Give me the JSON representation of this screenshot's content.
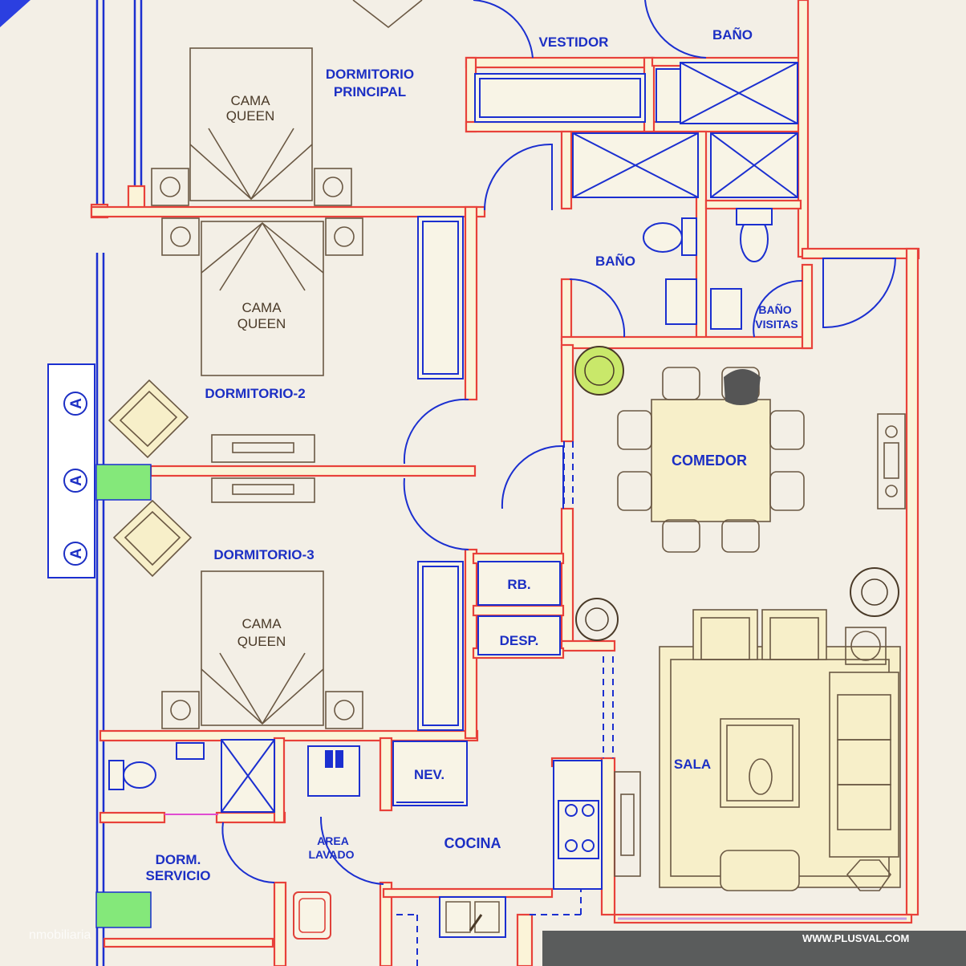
{
  "rooms": {
    "dormitorio_principal": [
      "DORMITORIO",
      "PRINCIPAL"
    ],
    "vestidor": "VESTIDOR",
    "bano_principal": "BAÑO",
    "bano_2": "BAÑO",
    "bano_visitas": [
      "BAÑO",
      "VISITAS"
    ],
    "dormitorio_2": "DORMITORIO-2",
    "dormitorio_3": "DORMITORIO-3",
    "comedor": "COMEDOR",
    "sala": "SALA",
    "cocina": "COCINA",
    "area_lavado": [
      "AREA",
      "LAVADO"
    ],
    "dorm_servicio": [
      "DORM.",
      "SERVICIO"
    ]
  },
  "fixtures": {
    "rb": "RB.",
    "desp": "DESP.",
    "nev": "NEV."
  },
  "beds": {
    "bed_label": [
      "CAMA",
      "QUEEN"
    ]
  },
  "section_markers": [
    "A",
    "A",
    "A"
  ],
  "watermark": {
    "logo_text": "nmobiliaria",
    "url": "WWW.PLUSVAL.COM"
  },
  "colors": {
    "wall_outline": "#e8413a",
    "wall_fill": "#fbf4d8",
    "label_blue": "#1c2fc4",
    "window_blue": "#1b2fd0",
    "marker_green": "#84e87a",
    "background": "#f3efe6"
  }
}
